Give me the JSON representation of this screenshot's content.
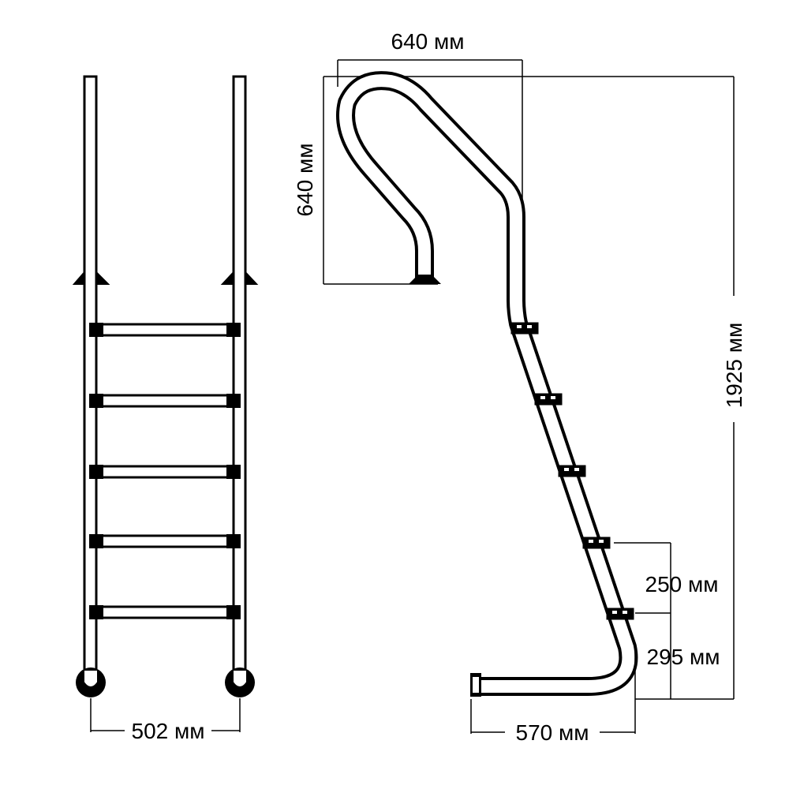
{
  "drawing": {
    "colors": {
      "line": "#000000",
      "background": "#ffffff"
    },
    "front_view": {
      "width_label": "502 мм",
      "step_count": 5
    },
    "side_view": {
      "handrail_width_label": "640 мм",
      "handrail_height_label": "640 мм",
      "total_height_label": "1925 мм",
      "step_spacing_label": "250 мм",
      "bottom_step_height_label": "295 мм",
      "base_length_label": "570 мм"
    }
  }
}
